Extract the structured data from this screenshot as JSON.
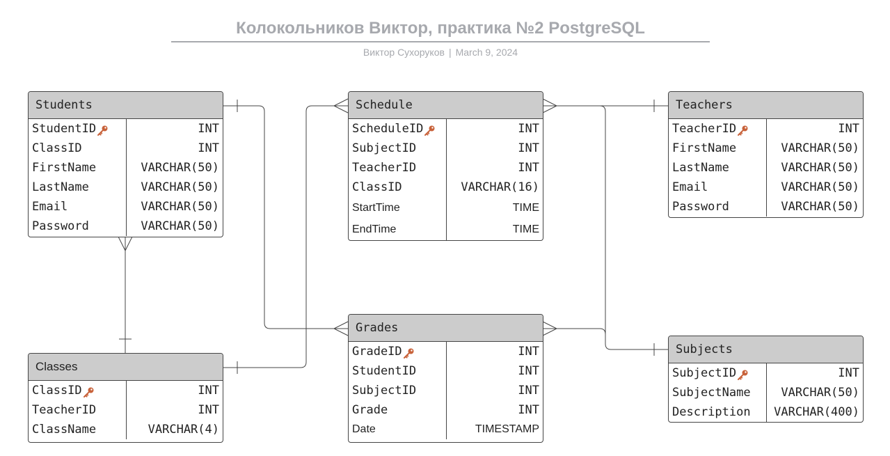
{
  "header": {
    "title": "Колокольников Виктор, практика №2 PostgreSQL",
    "author": "Виктор Сухоруков",
    "separator": "|",
    "date": "March 9, 2024"
  },
  "colors": {
    "header_fill": "#cccccc",
    "title_text": "#a7a9ae",
    "key_icon": "#c8623a",
    "line": "#444444"
  },
  "tables": {
    "students": {
      "name": "Students",
      "fields": [
        {
          "name": "StudentID",
          "type": "INT",
          "primary_key": true
        },
        {
          "name": "ClassID",
          "type": "INT"
        },
        {
          "name": "FirstName",
          "type": "VARCHAR(50)"
        },
        {
          "name": "LastName",
          "type": "VARCHAR(50)"
        },
        {
          "name": "Email",
          "type": "VARCHAR(50)"
        },
        {
          "name": "Password",
          "type": "VARCHAR(50)"
        }
      ]
    },
    "schedule": {
      "name": "Schedule",
      "fields": [
        {
          "name": "ScheduleID",
          "type": "INT",
          "primary_key": true
        },
        {
          "name": "SubjectID",
          "type": "INT"
        },
        {
          "name": "TeacherID",
          "type": "INT"
        },
        {
          "name": "ClassID",
          "type": "VARCHAR(16)"
        },
        {
          "name": "StartTime",
          "type": "TIME"
        },
        {
          "name": "EndTime",
          "type": "TIME"
        }
      ]
    },
    "teachers": {
      "name": "Teachers",
      "fields": [
        {
          "name": "TeacherID",
          "type": "INT",
          "primary_key": true
        },
        {
          "name": "FirstName",
          "type": "VARCHAR(50)"
        },
        {
          "name": "LastName",
          "type": "VARCHAR(50)"
        },
        {
          "name": "Email",
          "type": "VARCHAR(50)"
        },
        {
          "name": "Password",
          "type": "VARCHAR(50)"
        }
      ]
    },
    "grades": {
      "name": "Grades",
      "fields": [
        {
          "name": "GradeID",
          "type": "INT",
          "primary_key": true
        },
        {
          "name": "StudentID",
          "type": "INT"
        },
        {
          "name": "SubjectID",
          "type": "INT"
        },
        {
          "name": "Grade",
          "type": "INT"
        },
        {
          "name": "Date",
          "type": "TIMESTAMP"
        }
      ]
    },
    "classes": {
      "name": "Classes",
      "fields": [
        {
          "name": "ClassID",
          "type": "INT",
          "primary_key": true
        },
        {
          "name": "TeacherID",
          "type": "INT"
        },
        {
          "name": "ClassName",
          "type": "VARCHAR(4)"
        }
      ]
    },
    "subjects": {
      "name": "Subjects",
      "fields": [
        {
          "name": "SubjectID",
          "type": "INT",
          "primary_key": true
        },
        {
          "name": "SubjectName",
          "type": "VARCHAR(50)"
        },
        {
          "name": "Description",
          "type": "VARCHAR(400)"
        }
      ]
    }
  }
}
